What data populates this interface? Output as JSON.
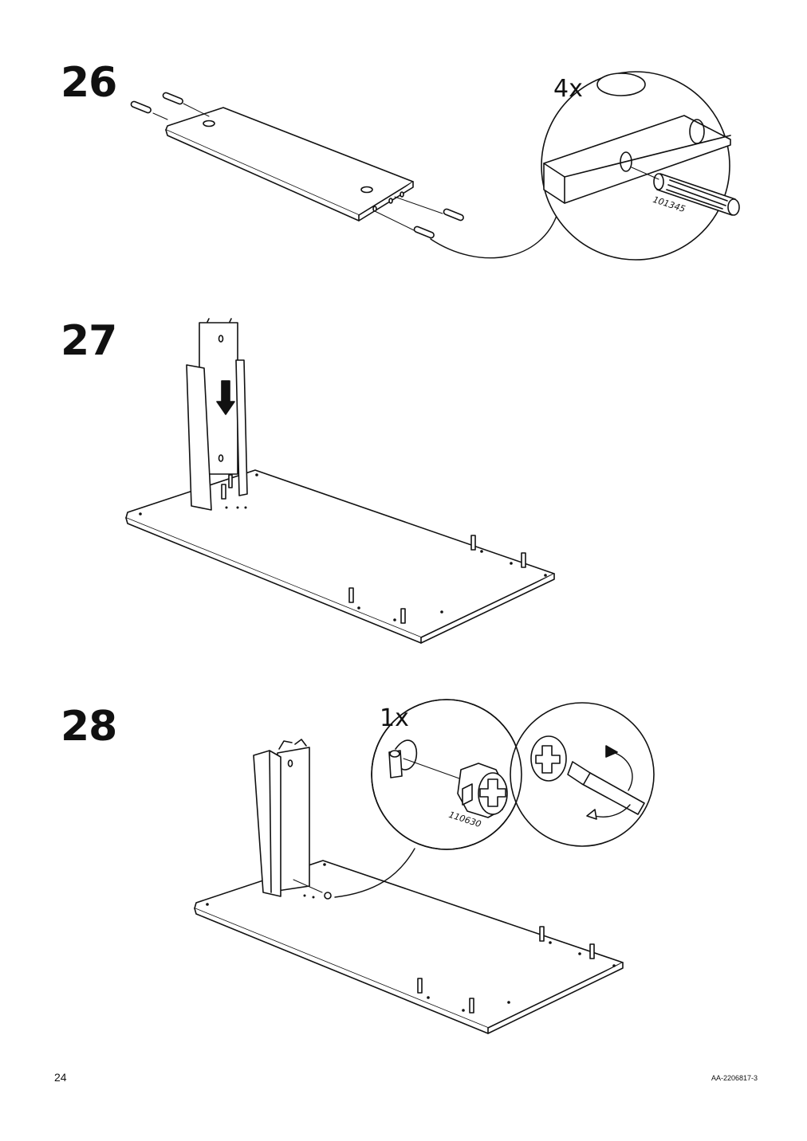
{
  "steps": [
    {
      "number": "26",
      "quantity": "4x",
      "part_number": "101345"
    },
    {
      "number": "27"
    },
    {
      "number": "28",
      "quantity": "1x",
      "part_number": "110630"
    }
  ],
  "footer": {
    "page_number": "24",
    "doc_id": "AA-2206817-3"
  }
}
